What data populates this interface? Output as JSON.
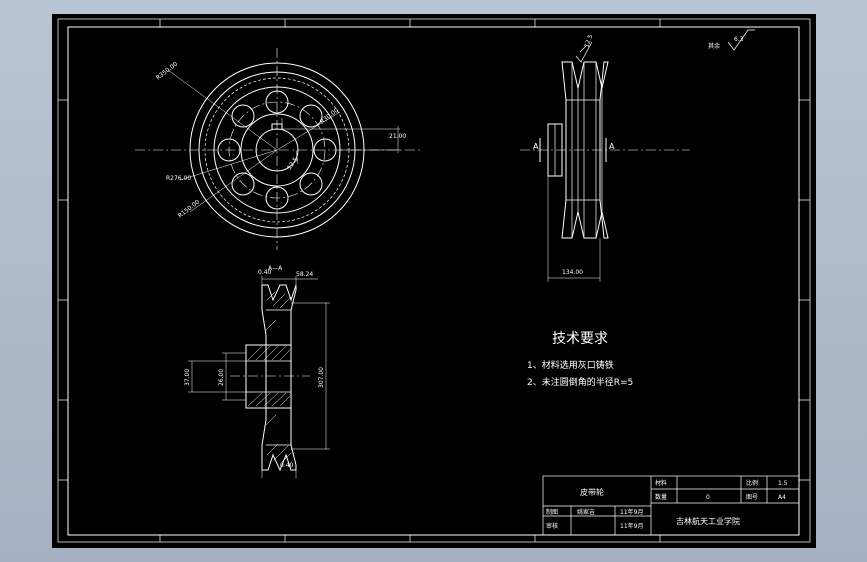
{
  "dimensions": {
    "d350": "R350.00",
    "r30": "R30.00",
    "d276": "R276.00",
    "d150": "R150.00",
    "r12": "12.5",
    "dim21": "21.00",
    "width134": "134.00",
    "section_label": "A—A",
    "d040_top": "0.40",
    "d58": "58.24",
    "d37": "37.00",
    "d26": "26.00",
    "d307": "307.00",
    "d040_bottom": "0.40",
    "section_mark_a": "A",
    "roughness_value": "12.5",
    "other_label": "其余",
    "other_roughness": "6.3"
  },
  "tech": {
    "title": "技术要求",
    "line1": "1、材料选用灰口铸铁",
    "line2": "2、未注圆倒角的半径R=5"
  },
  "title_block": {
    "part_name": "皮带轮",
    "material_label": "材料",
    "qty_label": "数量",
    "qty_value": "0",
    "scale_label": "比例",
    "scale_value": "1.5",
    "sheet_label": "图号",
    "sheet_value": "A4",
    "draw_label": "制图",
    "draw_value": "姚家吉",
    "check_label": "审核",
    "date1": "11年9月",
    "date2": "11年9月",
    "school": "吉林航天工业学院"
  }
}
